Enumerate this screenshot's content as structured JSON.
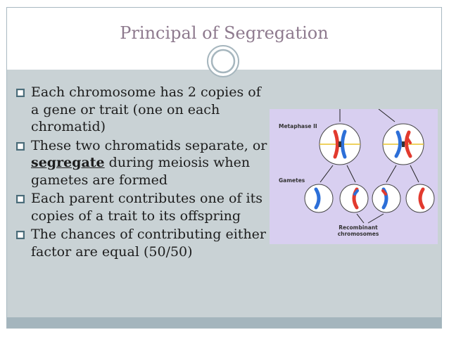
{
  "slide": {
    "title": "Principal of Segregation",
    "bullets": [
      {
        "text": "Each chromosome has 2 copies of a gene or trait (one on each chromatid)"
      },
      {
        "before": "These two chromatids separate, or ",
        "emphasis": "segregate",
        "after": " during meiosis when gametes are formed"
      },
      {
        "text": "Each parent contributes one of its copies of a trait to its offspring"
      },
      {
        "text": "The chances of contributing either factor are equal (50/50)"
      }
    ]
  },
  "figure": {
    "label_metaphase": "Metaphase II",
    "label_gametes": "Gametes",
    "label_recombinant_line1": "Recombinant",
    "label_recombinant_line2": "chromosomes"
  },
  "colors": {
    "title": "#8e7a8e",
    "content_bg": "#c9d2d5",
    "footer_bg": "#a4b5bd",
    "figure_bg": "#d8cff0",
    "chromosome_red": "#e23a2e",
    "chromosome_blue": "#2d6fd8",
    "spindle_yellow": "#e8c22a"
  }
}
